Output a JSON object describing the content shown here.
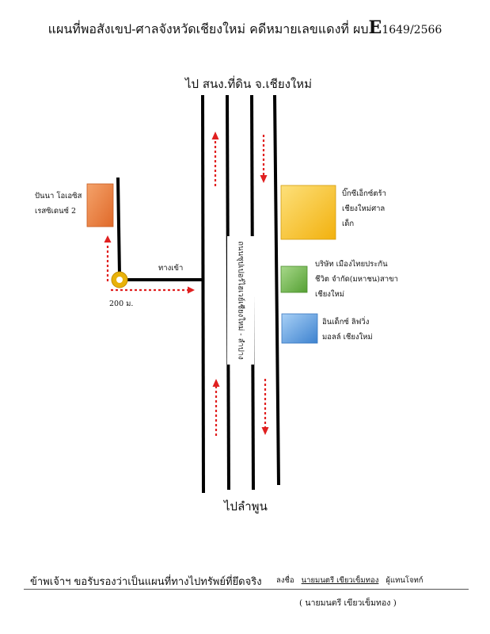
{
  "title": {
    "prefix": "แผนที่พอสังเขป-ศาลจังหวัดเชียงใหม่ คดีหมายเลขแดงที่ ผบ",
    "letter": "E",
    "case_no": "1649/2566"
  },
  "roads": {
    "north_label": "ไป สนง.ที่ดิน จ.เชียงใหม่",
    "south_label": "ไปลำพูน",
    "main_road_name": "ถนนซุปเปอร์ไฮเวย์เชียงใหม่ - ลำปาง",
    "entrance_label": "ทางเข้า",
    "distance_label": "200 ม."
  },
  "landmarks": [
    {
      "name": "property-building",
      "lines": [
        "ปันนา โอเอซิส",
        "เรสซิเดนซ์ 2"
      ],
      "color": "#ee7b3a"
    },
    {
      "name": "big-c-building",
      "lines": [
        "บิ๊กซีเอ็กซ์ตร้า",
        "เชียงใหม่ศาล",
        "เด็ก"
      ],
      "color": "#f7c228"
    },
    {
      "name": "muang-thai-building",
      "lines": [
        "บริษัท เมืองไทยประกัน",
        "ชีวิต จำกัด(มหาชน)สาขา",
        "เชียงใหม่"
      ],
      "color": "#6fb24a"
    },
    {
      "name": "index-building",
      "lines": [
        "อินเด็กซ์ ลิฟวิ่ง",
        "มอลล์ เชียงใหม่"
      ],
      "color": "#5aa0e0"
    }
  ],
  "colors": {
    "arrow": "#e02020",
    "road": "#000000",
    "marker": "#e8b20a"
  },
  "footer": {
    "certify_text": "ข้าพเจ้าฯ ขอรับรองว่าเป็นแผนที่ทางไปทรัพย์ที่ยึดจริง",
    "sign_label": "ลงชื่อ",
    "signer_name": "นายมนตรี เขียวเข็มทอง",
    "role": "ผู้แทนโจทก์",
    "printed_name": "( นายมนตรี เขียวเข็มทอง )"
  }
}
